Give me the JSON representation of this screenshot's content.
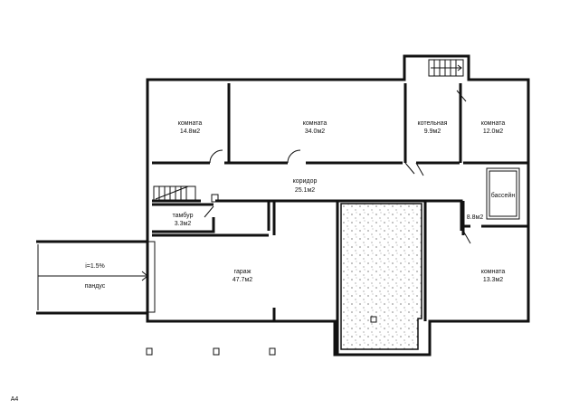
{
  "rooms": {
    "room1": {
      "name": "комната",
      "area": "14.8м2"
    },
    "room2": {
      "name": "комната",
      "area": "34.0м2"
    },
    "boiler": {
      "name": "котельная",
      "area": "9.9м2"
    },
    "room3": {
      "name": "комната",
      "area": "12.0м2"
    },
    "corridor": {
      "name": "коридор",
      "area": "25.1м2"
    },
    "pool": {
      "name": "бассейн",
      "area": "8.8м2"
    },
    "vestibule": {
      "name": "тамбур",
      "area": "3.3м2"
    },
    "garage": {
      "name": "гараж",
      "area": "47.7м2"
    },
    "room4": {
      "name": "комната",
      "area": "13.3м2"
    }
  },
  "ramp": {
    "slope": "i=1.5%",
    "label": "пандус"
  },
  "sheet_label": "A4"
}
